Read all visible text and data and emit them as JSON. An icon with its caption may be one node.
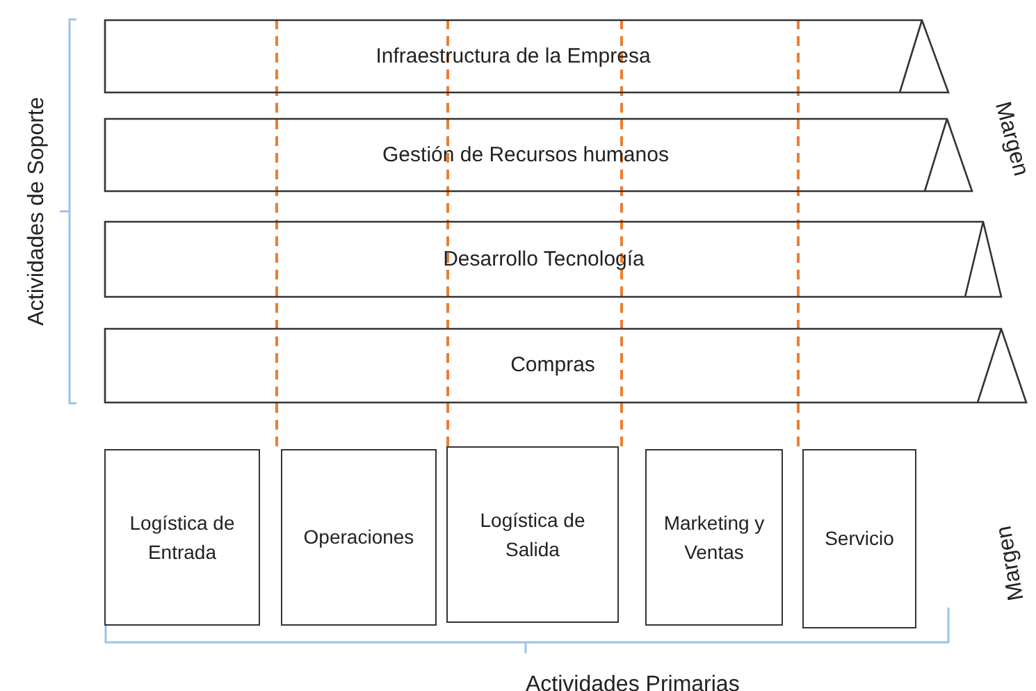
{
  "diagram": {
    "nodes": [
      {
        "text": [
          "Infraestructura de la Empresa"
        ]
      },
      {
        "text": [
          "Gestión de Recursos humanos"
        ]
      },
      {
        "text": [
          "Desarrollo Tecnología"
        ]
      },
      {
        "text": [
          "Compras"
        ]
      },
      {
        "text": [
          "Logística de Entrada"
        ]
      },
      {
        "text": [
          "Operaciones"
        ]
      },
      {
        "text": [
          "Logística de Salida"
        ]
      },
      {
        "text": [
          "Marketing y Ventas"
        ]
      },
      {
        "text": [
          "Servicio"
        ]
      }
    ],
    "labels": [
      "Actividades de Soporte",
      "Margen",
      "Margen",
      "Actividades Primarias"
    ]
  }
}
